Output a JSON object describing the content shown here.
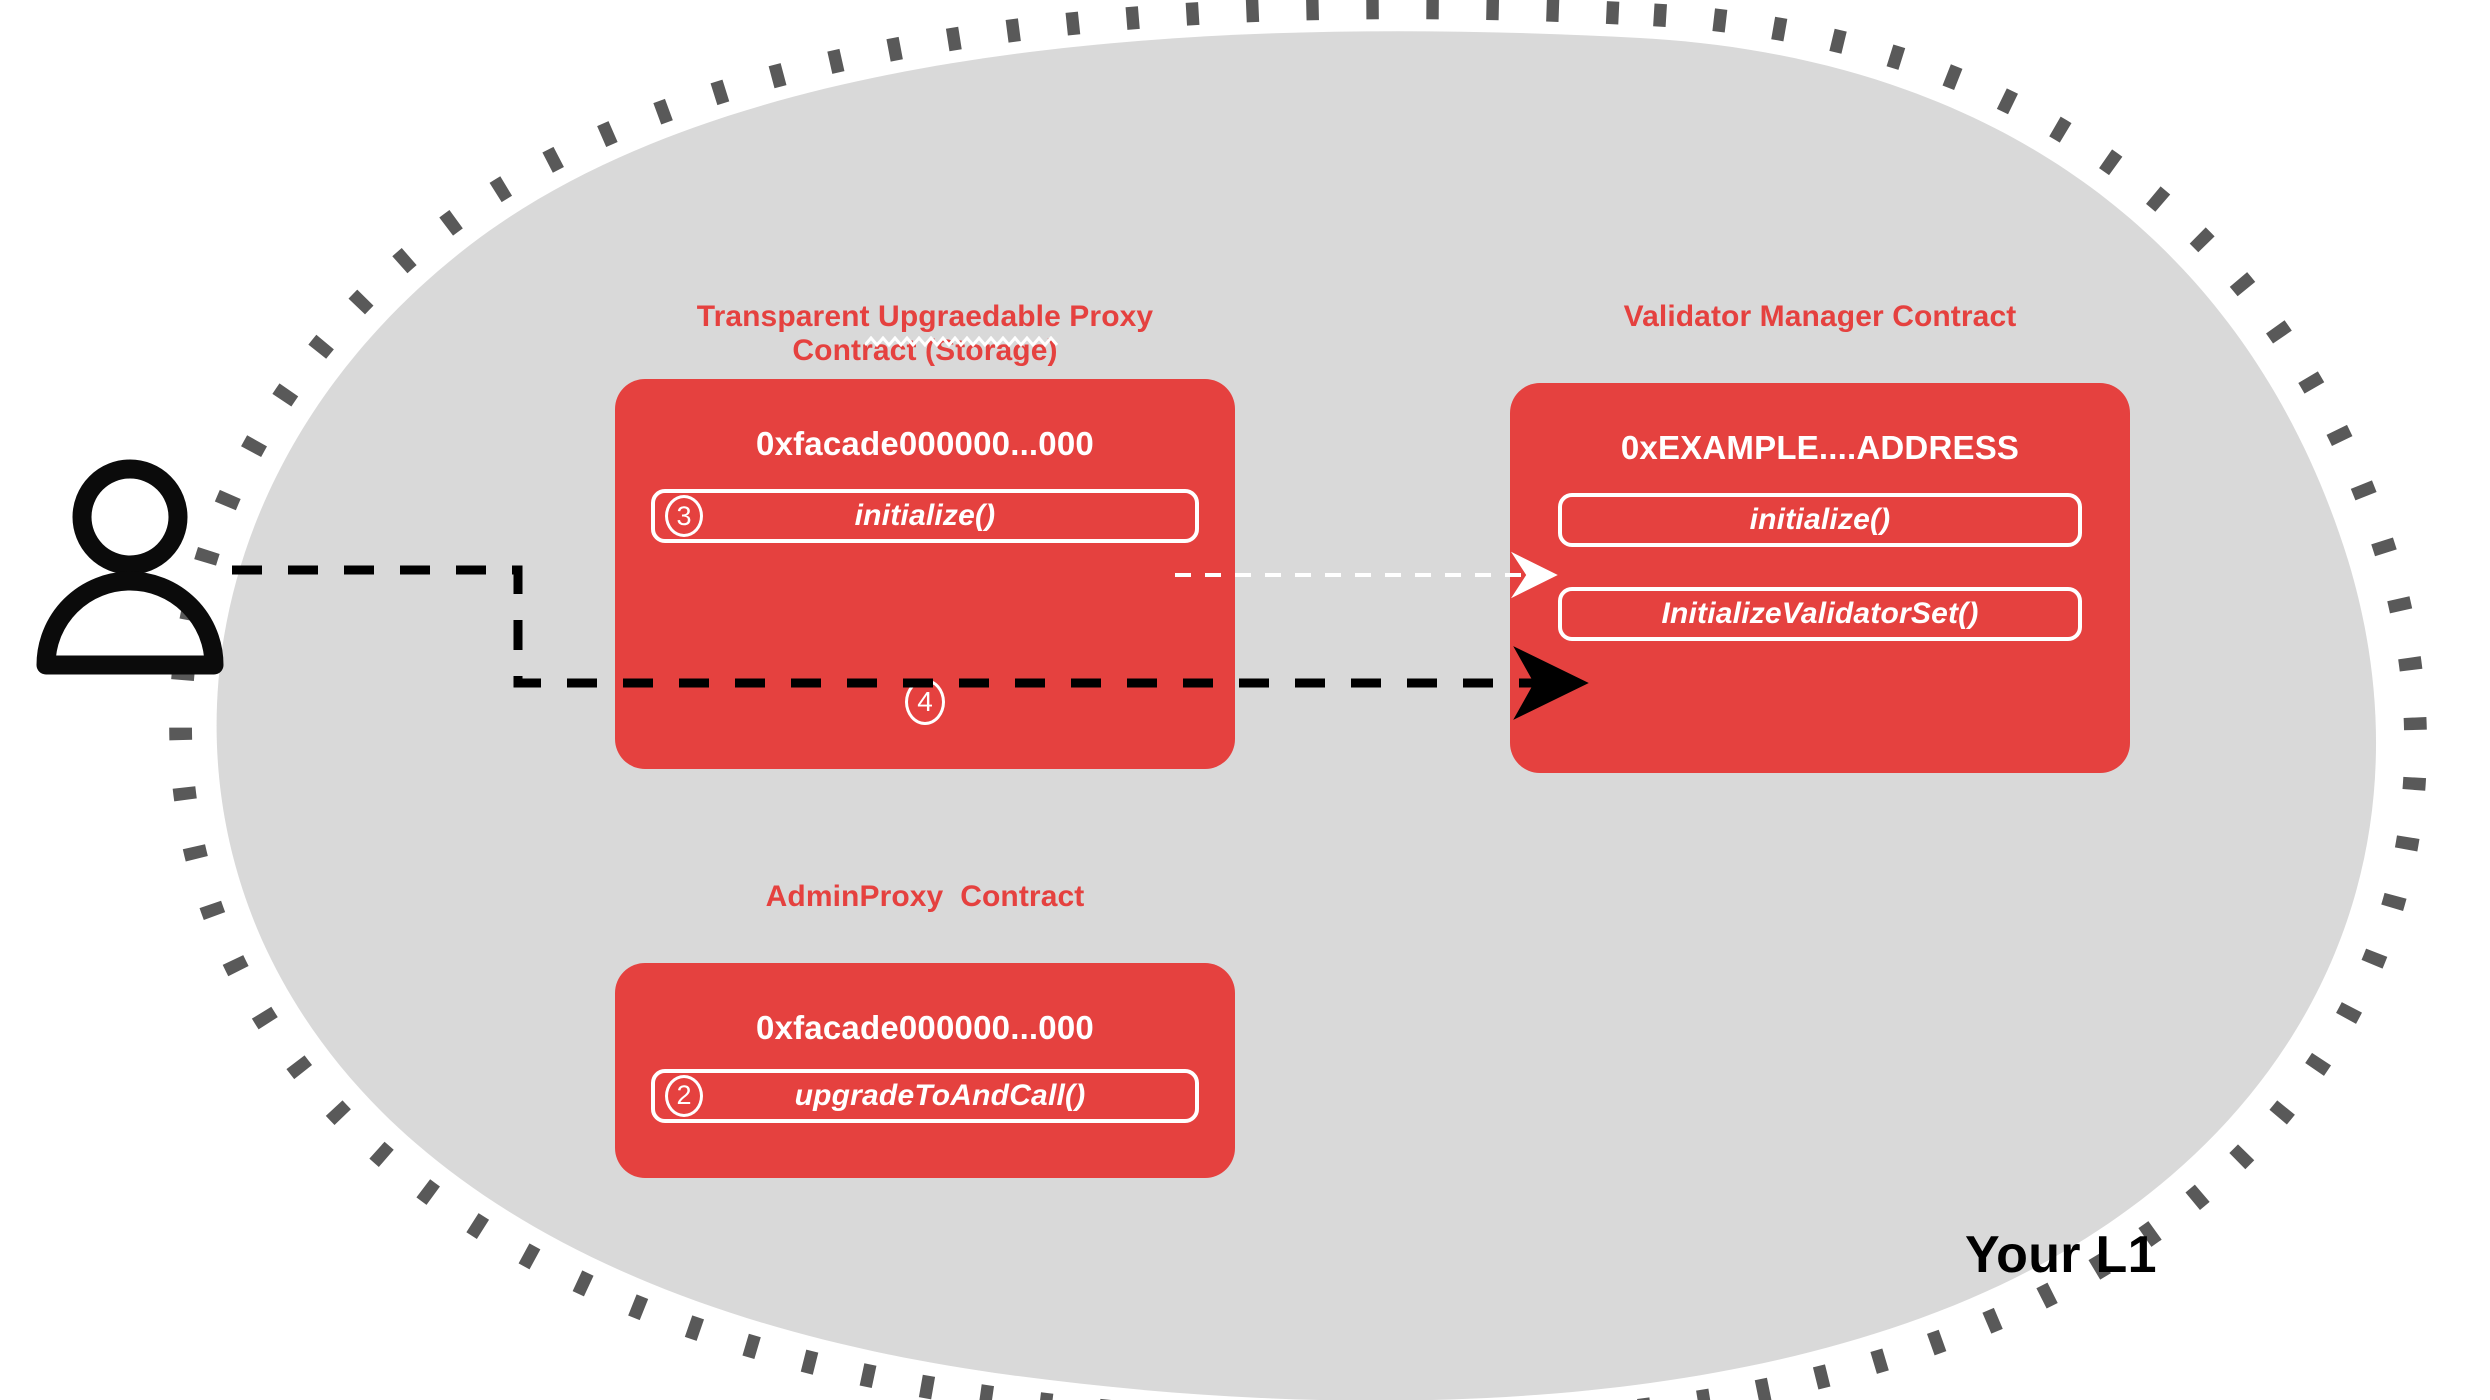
{
  "diagram": {
    "region_label": "Your L1",
    "actor_icon": "person-icon",
    "colors": {
      "contract_red": "#E5413F",
      "blob_fill": "#D9D9D9",
      "blob_border_dash": "#595959",
      "arrow_black": "#000000",
      "arrow_white": "#FFFFFF",
      "label_black": "#000000"
    }
  },
  "contracts": [
    {
      "id": "transparent-upgradeable-proxy",
      "title": "Transparent Upgraedable Proxy\nContract (Storage)",
      "title_misspelled_word": "Upgraedable",
      "address": "0xfacade000000...000",
      "functions": [
        {
          "step": "3",
          "label": "initialize()"
        }
      ],
      "loose_step": "4"
    },
    {
      "id": "validator-manager",
      "title": "Validator Manager Contract",
      "address": "0xEXAMPLE....ADDRESS",
      "functions": [
        {
          "step": "",
          "label": "initialize()"
        },
        {
          "step": "",
          "label": "InitializeValidatorSet()"
        }
      ]
    },
    {
      "id": "admin-proxy",
      "title": "AdminProxy  Contract",
      "address": "0xfacade000000...000",
      "functions": [
        {
          "step": "2",
          "label": "upgradeToAndCall()"
        }
      ]
    }
  ],
  "connections": [
    {
      "id": "actor-to-validator-manager",
      "style": "dashed-black",
      "arrowhead": "filled-black",
      "from": "person-icon",
      "to": "InitializeValidatorSet()"
    },
    {
      "id": "proxy-initialize-to-vm-initialize",
      "style": "dashed-white",
      "arrowhead": "open-white",
      "from": "initialize()",
      "to": "initialize()"
    }
  ]
}
